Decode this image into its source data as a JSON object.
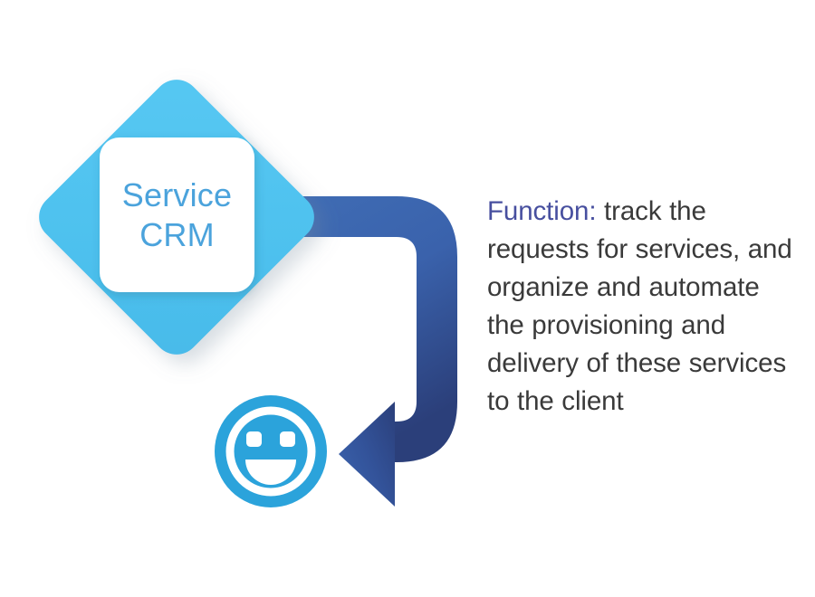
{
  "diagram": {
    "title_lines": [
      "Service",
      "CRM"
    ],
    "node_shape": "diamond",
    "node_icon_name": "smiley-face-icon",
    "arrow_icon_name": "u-turn-arrow-icon",
    "description": {
      "keyword": "Function:",
      "body": " track the requests for services, and organize and automate the provisioning and delivery of these services to the client",
      "full_text": "Function: track the requests for services, and organize and automate the provisioning and delivery of these services to the client",
      "lines": [
        "Function: track the",
        "requests for services,",
        "and organize and",
        "automate the",
        "provisioning and",
        "delivery of these",
        "services to the client"
      ]
    }
  },
  "colors": {
    "diamond_fill": "#4fc3f0",
    "card_fill": "#ffffff",
    "title_text": "#4ba3dc",
    "smiley_fill": "#2ba3db",
    "smiley_detail": "#ffffff",
    "arrow_light": "#3f6cb4",
    "arrow_dark": "#2b3f7a",
    "keyword_text": "#474f9f",
    "body_text": "#3a3a3a",
    "background": "#ffffff"
  }
}
